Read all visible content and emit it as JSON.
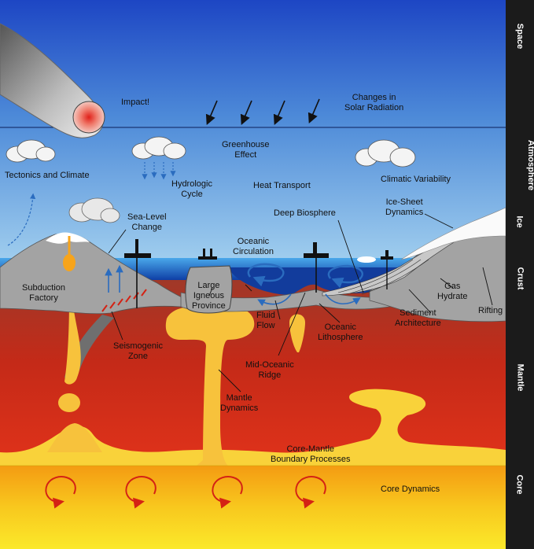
{
  "layers": [
    {
      "key": "space",
      "label": "Space"
    },
    {
      "key": "atmosphere",
      "label": "Atmosphere"
    },
    {
      "key": "ice",
      "label": "Ice"
    },
    {
      "key": "crust",
      "label": "Crust"
    },
    {
      "key": "mantle",
      "label": "Mantle"
    },
    {
      "key": "core",
      "label": "Core"
    }
  ],
  "labels": {
    "impact": "Impact!",
    "solar_radiation": "Changes in\nSolar Radiation",
    "greenhouse": "Greenhouse\nEffect",
    "tectonics_climate": "Tectonics and Climate",
    "hydrologic": "Hydrologic\nCycle",
    "heat_transport": "Heat Transport",
    "climatic_variability": "Climatic Variability",
    "sea_level": "Sea-Level\nChange",
    "deep_biosphere": "Deep Biosphere",
    "ice_sheet": "Ice-Sheet\nDynamics",
    "oceanic_circulation": "Oceanic\nCirculation",
    "subduction": "Subduction\nFactory",
    "igneous": "Large\nIgneous\nProvince",
    "fluid_flow": "Fluid\nFlow",
    "gas_hydrate": "Gas\nHydrate",
    "rifting": "Rifting",
    "sediment": "Sediment\nArchitecture",
    "oceanic_lithosphere": "Oceanic\nLithosphere",
    "seismogenic": "Seismogenic\nZone",
    "mid_oceanic": "Mid-Oceanic\nRidge",
    "mantle_dynamics": "Mantle\nDynamics",
    "core_mantle": "Core-Mantle\nBoundary Processes",
    "core_dynamics": "Core Dynamics"
  },
  "colors": {
    "space_top": "#1a49c8",
    "sky_bottom": "#8ec3ea",
    "ocean": "#1565c9",
    "crust": "#a3a3a3",
    "mantle_top": "#a7322a",
    "mantle_bottom": "#e02a14",
    "magma": "#f7c23c",
    "core": "#f6b316",
    "arrow_red": "#d42214",
    "arrow_blue": "#2a6cbf"
  }
}
